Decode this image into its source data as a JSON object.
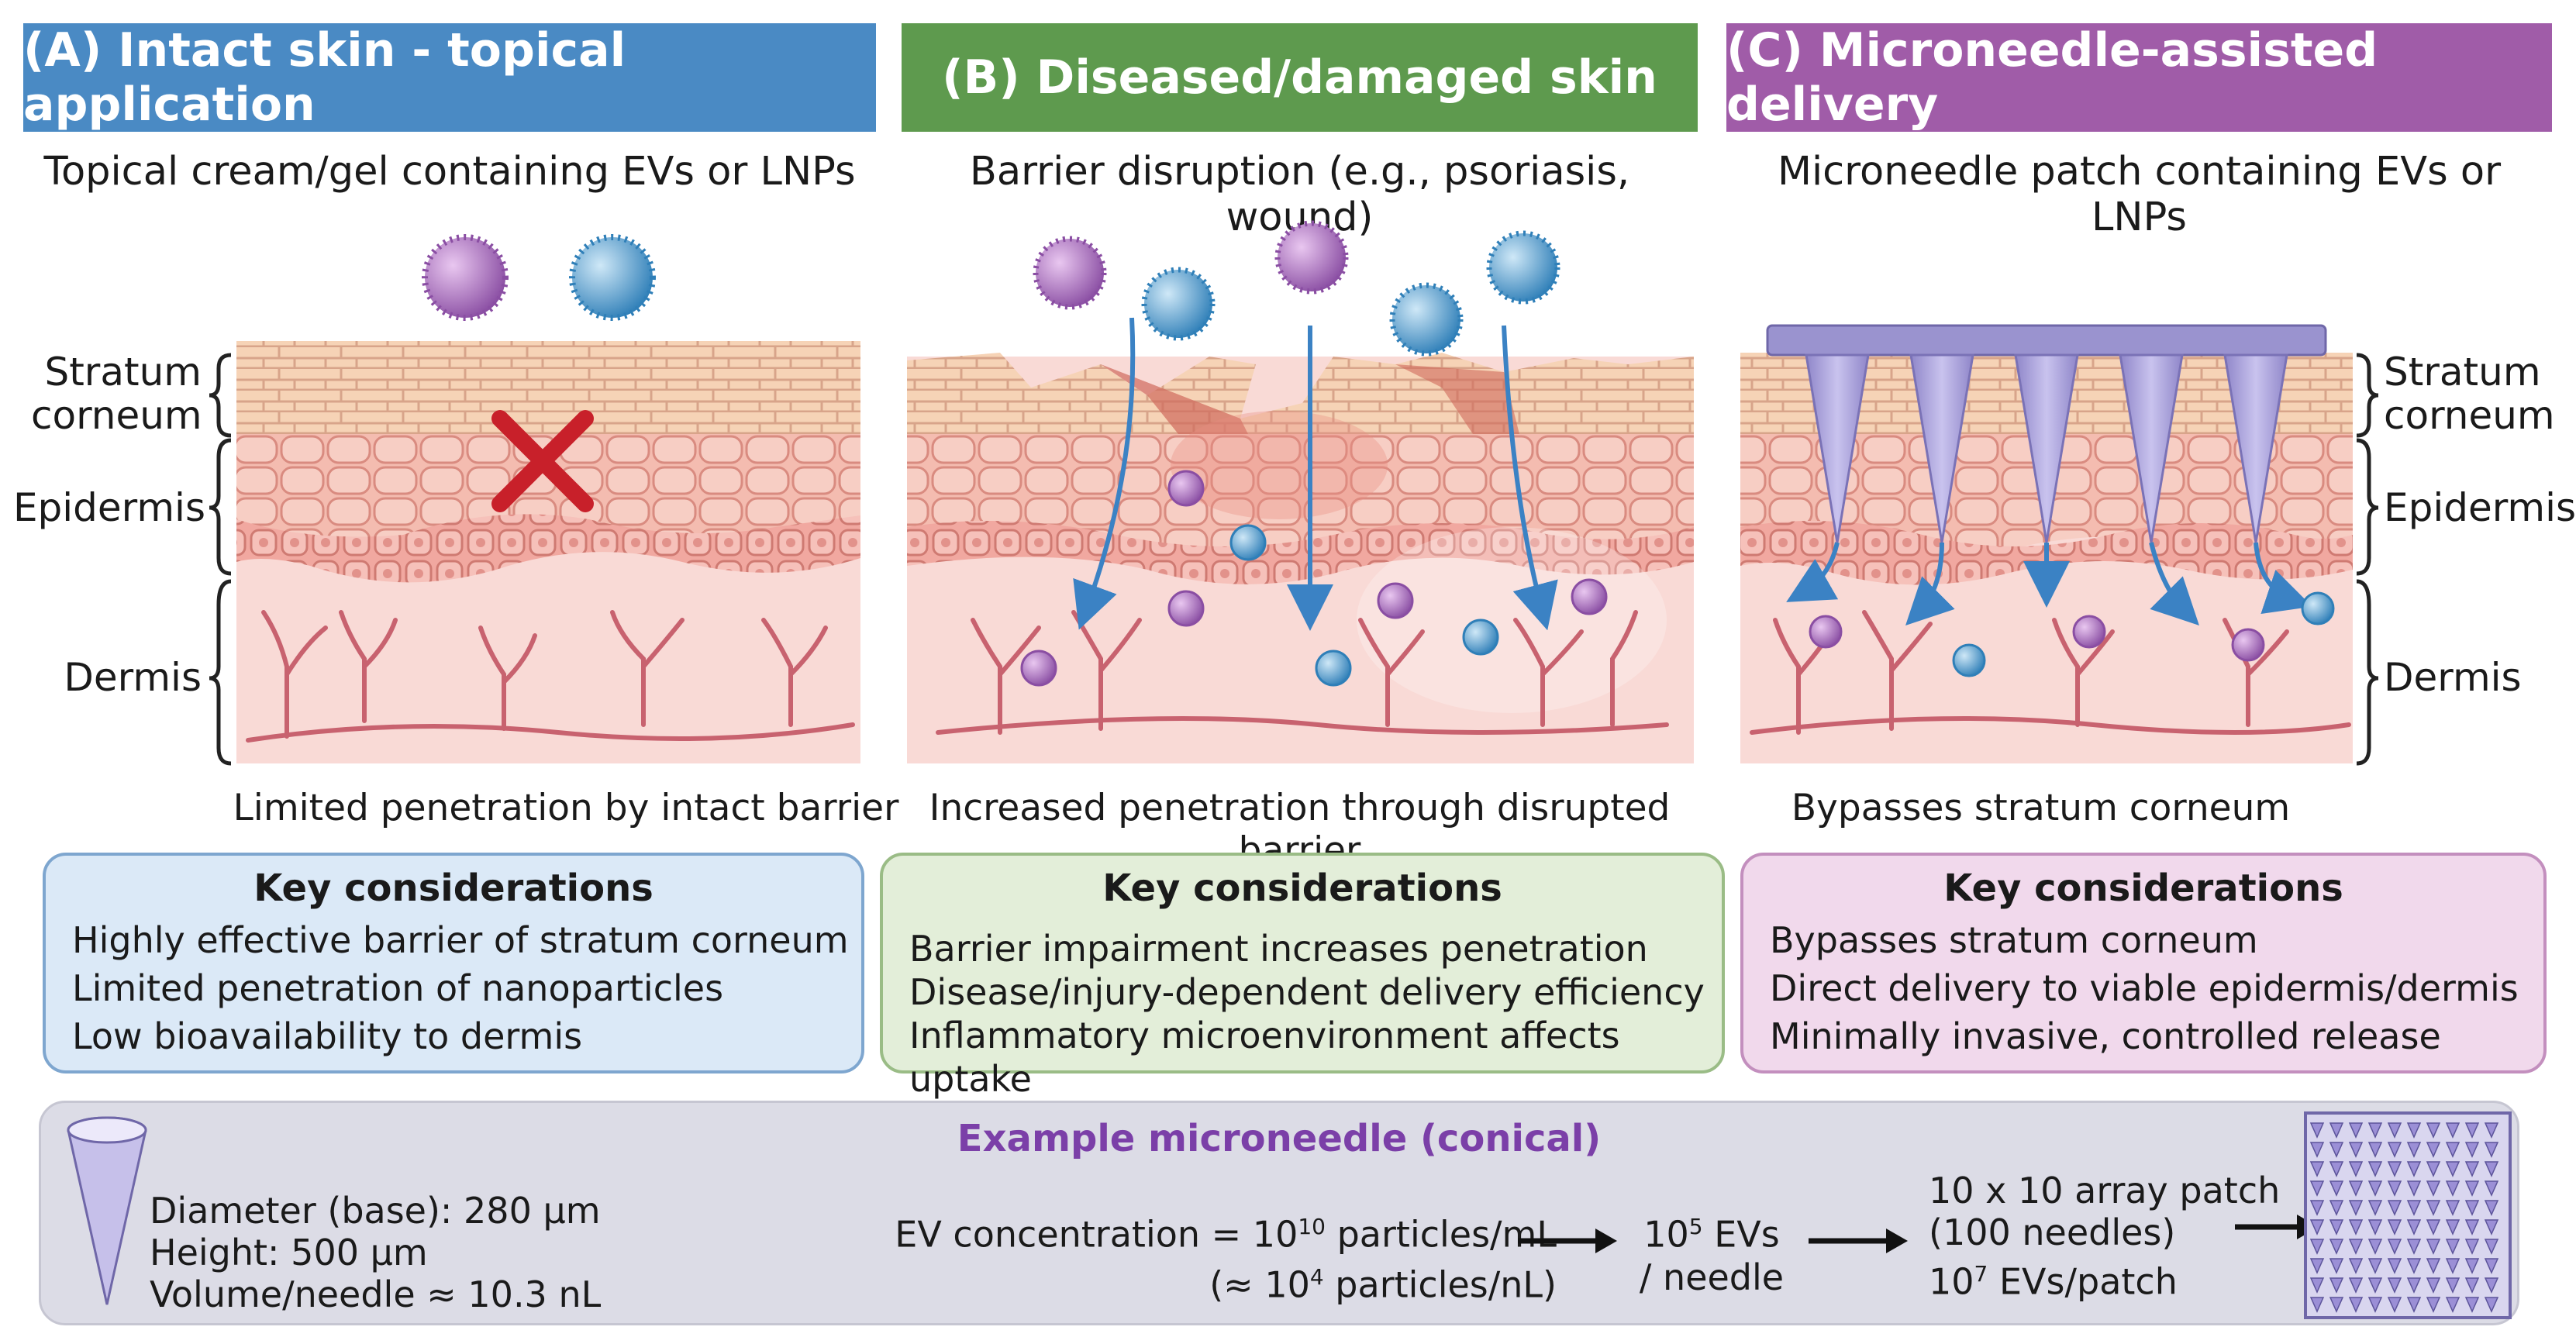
{
  "colors": {
    "panel_a": "#4a8ac4",
    "panel_b": "#5e9a4e",
    "panel_c": "#a05ca8",
    "accent": "#7b3fa8",
    "arrow": "#3b82c4"
  },
  "panels": {
    "a": {
      "header": "(A) Intact skin - topical application",
      "subtitle": "Topical cream/gel containing EVs or LNPs",
      "caption": "Limited penetration by intact barrier",
      "key_title": "Key considerations",
      "key_items": [
        "Highly effective barrier of stratum corneum",
        "Limited penetration of nanoparticles",
        "Low bioavailability to dermis"
      ]
    },
    "b": {
      "header": "(B) Diseased/damaged skin",
      "subtitle": "Barrier disruption (e.g., psoriasis, wound)",
      "caption": "Increased penetration through disrupted barrier",
      "key_title": "Key considerations",
      "key_items": [
        "Barrier impairment increases penetration",
        "Disease/injury-dependent delivery efficiency",
        "Inflammatory microenvironment affects uptake"
      ]
    },
    "c": {
      "header": "(C) Microneedle-assisted delivery",
      "subtitle": "Microneedle patch containing EVs or LNPs",
      "caption": "Bypasses stratum corneum",
      "key_title": "Key considerations",
      "key_items": [
        "Bypasses stratum corneum",
        "Direct delivery to viable epidermis/dermis",
        "Minimally invasive, controlled release"
      ]
    }
  },
  "layer_labels": {
    "stratum_1": "Stratum",
    "stratum_2": "corneum",
    "epidermis": "Epidermis",
    "dermis": "Dermis"
  },
  "example": {
    "title": "Example microneedle (conical)",
    "diameter": "Diameter (base): 280 μm",
    "height": "Height: 500 μm",
    "volume": "Volume/needle ≈ 10.3 nL",
    "conc_prefix": "EV concentration = 10",
    "conc_exp": "10",
    "conc_suffix": " particles/mL",
    "conc2_prefix": "(≈ 10",
    "conc2_exp": "4",
    "conc2_suffix": " particles/nL)",
    "per_needle_base": "10",
    "per_needle_exp": "5",
    "per_needle_suffix": " EVs",
    "per_needle_2": "/ needle",
    "array_1": "10 x 10 array patch",
    "array_2": "(100 needles)",
    "patch_base": "10",
    "patch_exp": "7",
    "patch_suffix": " EVs/patch"
  }
}
